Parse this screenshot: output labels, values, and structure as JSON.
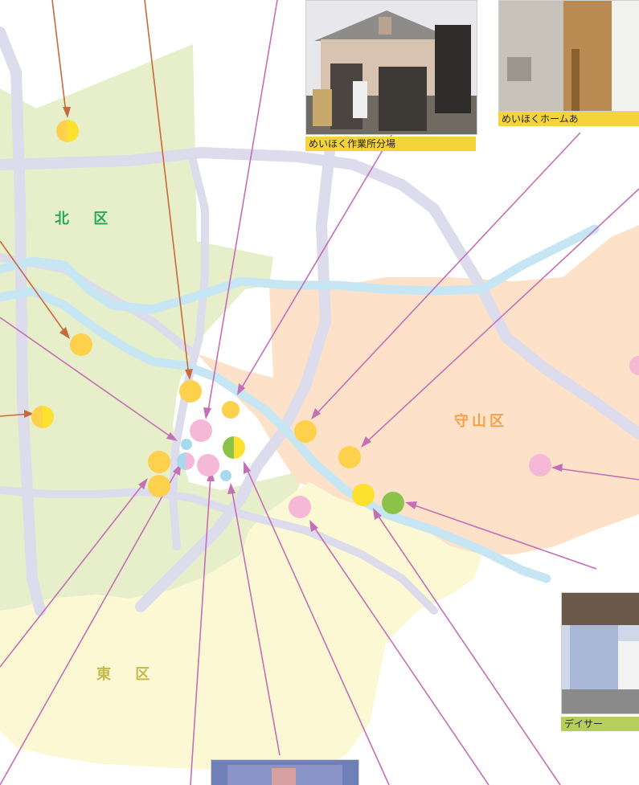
{
  "map": {
    "wards": [
      {
        "name": "北 区",
        "color": "#26a85b"
      },
      {
        "name": "守山区",
        "color": "#f0a34a"
      },
      {
        "name": "東 区",
        "color": "#c7b84a"
      }
    ],
    "region_colors": {
      "north": "#e6efc9",
      "moriyama": "#fde2c9",
      "higashi": "#fbf8d3"
    },
    "road_color": "#dcdcec",
    "river_color": "#c7e6f4",
    "marker_colors": {
      "orange_yellow": "#fdd14b",
      "yellow": "#fde12f",
      "pink": "#f5b8d6",
      "green": "#8bc34a",
      "light_blue": "#a9d9ee"
    },
    "leader_colors": {
      "brown": "#c86a3c",
      "magenta": "#c46fb6"
    }
  },
  "photos": {
    "sagyosho": {
      "caption": "めいほく作業所分場",
      "icon": "building-photo"
    },
    "home": {
      "caption": "めいほくホームあ",
      "icon": "house-photo"
    },
    "day_service": {
      "caption": "デイサー",
      "icon": "facility-photo"
    },
    "bottom": {
      "icon": "building-photo"
    }
  }
}
